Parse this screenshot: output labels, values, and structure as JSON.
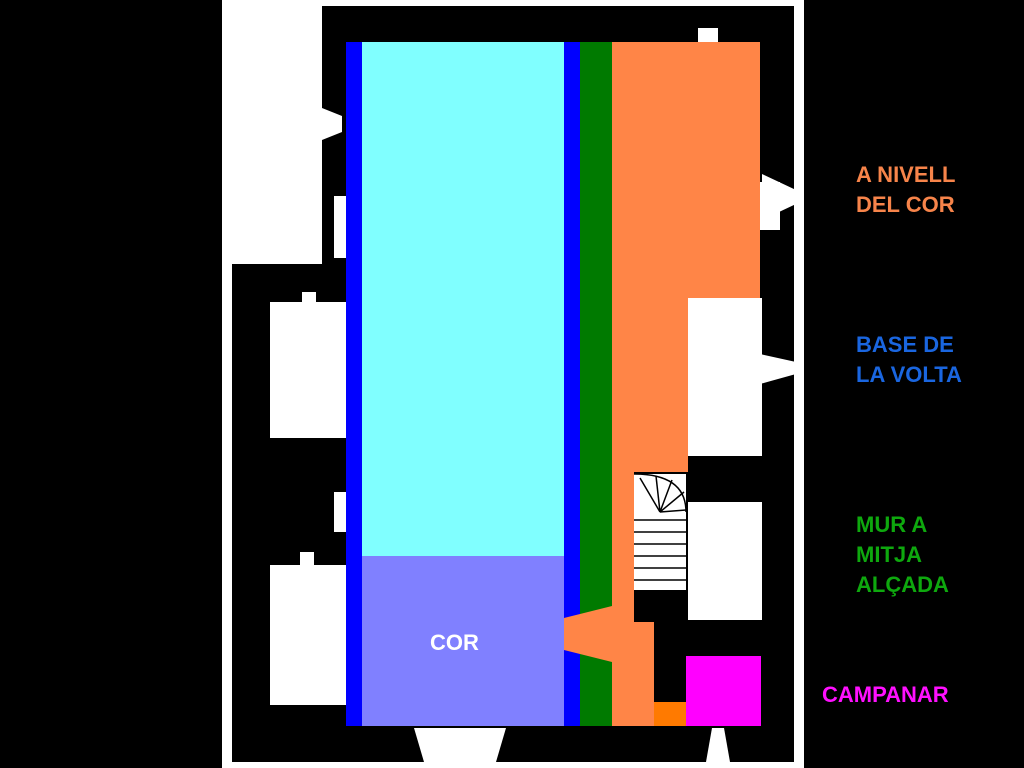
{
  "legend": {
    "nivell_cor": {
      "lines": [
        "A NIVELL",
        "DEL COR"
      ],
      "color": "#f7844a"
    },
    "base_volta": {
      "lines": [
        "BASE DE",
        "LA VOLTA"
      ],
      "color": "#1a66e0"
    },
    "mur_mitja": {
      "lines": [
        "MUR A",
        "MITJA",
        "ALÇADA"
      ],
      "color": "#0ea80e"
    },
    "campanar": {
      "lines": [
        "CAMPANAR"
      ],
      "color": "#ff10ff"
    }
  },
  "plan": {
    "cor_label": "COR",
    "colors": {
      "wall": "#ffffff",
      "background": "#000000",
      "nave": "#80ffff",
      "cor": "#8080ff",
      "vault_base": "#0000ff",
      "half_wall": "#007a00",
      "choir_level": "#ff8547",
      "bell_tower": "#ff00ff",
      "small_block": "#ff7a00"
    }
  }
}
